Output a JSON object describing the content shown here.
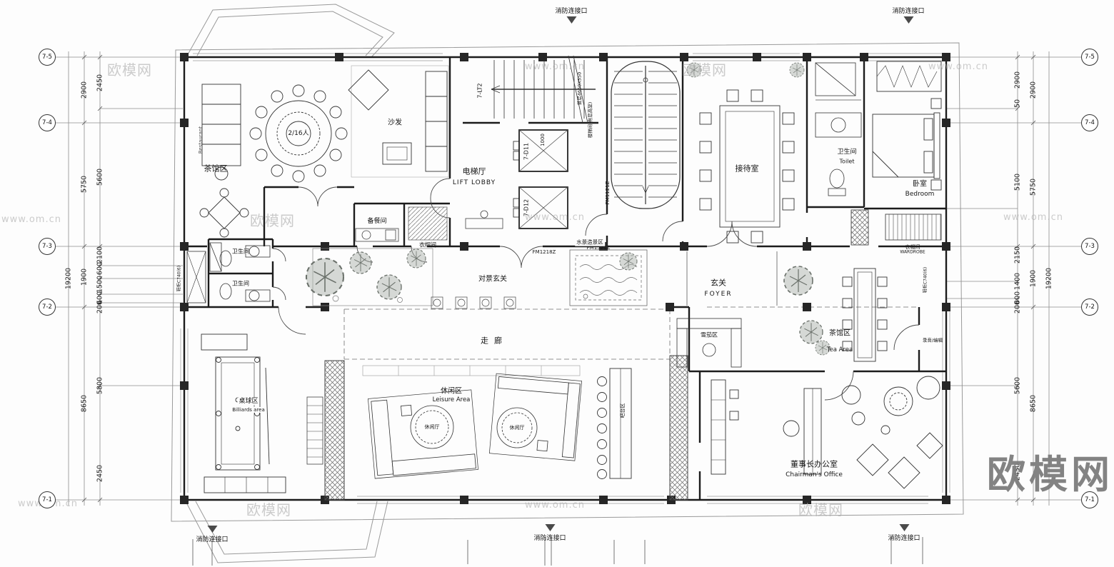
{
  "watermarks": {
    "brand": "欧模网",
    "site": "www.om.cn"
  },
  "fire": {
    "label": "消防连接口"
  },
  "grid_labels": {
    "g5": "7-5",
    "g4": "7-4",
    "g3": "7-3",
    "g2": "7-2",
    "g1": "7-1"
  },
  "dims": {
    "left": {
      "outer": "19200",
      "mid": [
        "2900",
        "5750",
        "1900",
        "8650"
      ],
      "inner": [
        "2450",
        "5600",
        "2100",
        "600",
        "1500",
        "600",
        "200",
        "5800",
        "2450"
      ]
    },
    "right": {
      "outer": "19200",
      "mid": [
        "2900",
        "5750",
        "1900",
        "8650"
      ],
      "inner": [
        "2900",
        "50",
        "5100",
        "2150",
        "1400",
        "600",
        "200",
        "5600",
        "2450"
      ]
    }
  },
  "rooms": {
    "tea_top": {
      "cn": "茶馆区",
      "side": "Restaurant"
    },
    "table_cap": "2/16人",
    "sofa": "沙发",
    "lift": {
      "cn": "电梯厅",
      "en": "LIFT LOBBY"
    },
    "pantry": "备餐间",
    "cloak": "衣帽间",
    "reception": "接待室",
    "toilet_r": {
      "cn": "卫生间",
      "en": "Toilet"
    },
    "bedroom": {
      "cn": "卧室",
      "en": "Bedroom"
    },
    "wardrobe": {
      "cn": "衣帽间",
      "en": "WARDROBE"
    },
    "scenic_foyer": "对景玄关",
    "water": "水景造景区",
    "foyer": {
      "cn": "玄关",
      "en": "FOYER"
    },
    "corridor": "走廊",
    "toilet_l1": "卫生间",
    "toilet_l2": "卫生间",
    "cabinet_l": "鞋柜C740(6)",
    "cabinet_r": "鞋柜C740(6)",
    "billiards": {
      "cn": "桌球区",
      "en": "Billiards area"
    },
    "leisure": {
      "cn": "休闲区",
      "en": "Leisure Area"
    },
    "lounge1": "休闲厅",
    "lounge2": "休闲厅",
    "bar": "吧台区",
    "cigar": "雪茄区",
    "tea_right": {
      "cn": "茶馆区",
      "en": "Tea Area"
    },
    "chairman": {
      "cn": "董事长办公室",
      "en": "Chairman's Office"
    },
    "recording": "录音/编辑"
  },
  "tags": {
    "lt2": "7-LT2",
    "d11": "7-D11",
    "d12": "7-D12",
    "dim1000": "1000",
    "fm_a": "FM1218Z",
    "fm_b": "FM1521Z",
    "fm_c": "FM1121Z",
    "stair_note1": "首层4650X550",
    "stair_note2": "楼梯间(有层高架)"
  }
}
